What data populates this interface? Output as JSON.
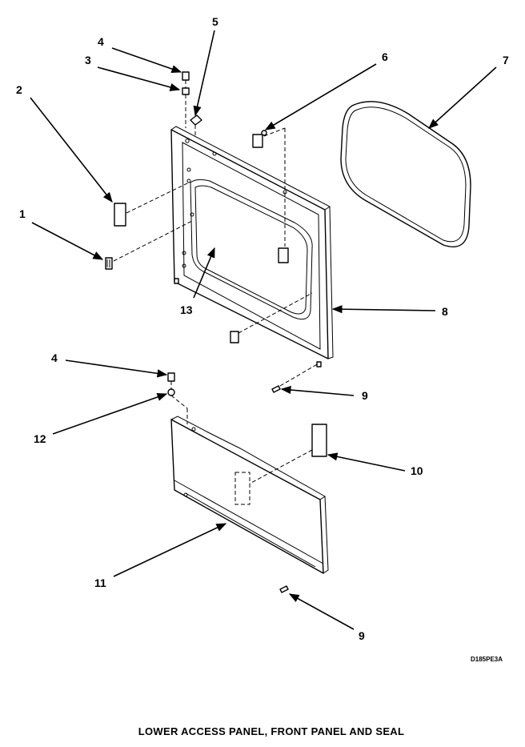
{
  "diagram": {
    "title": "LOWER ACCESS PANEL, FRONT PANEL AND SEAL",
    "drawing_code": "D185PE3A",
    "callouts": {
      "c1": "1",
      "c2": "2",
      "c3": "3",
      "c4a": "4",
      "c4b": "4",
      "c5": "5",
      "c6": "6",
      "c7": "7",
      "c8": "8",
      "c9a": "9",
      "c9b": "9",
      "c10": "10",
      "c11": "11",
      "c12": "12",
      "c13": "13"
    }
  }
}
